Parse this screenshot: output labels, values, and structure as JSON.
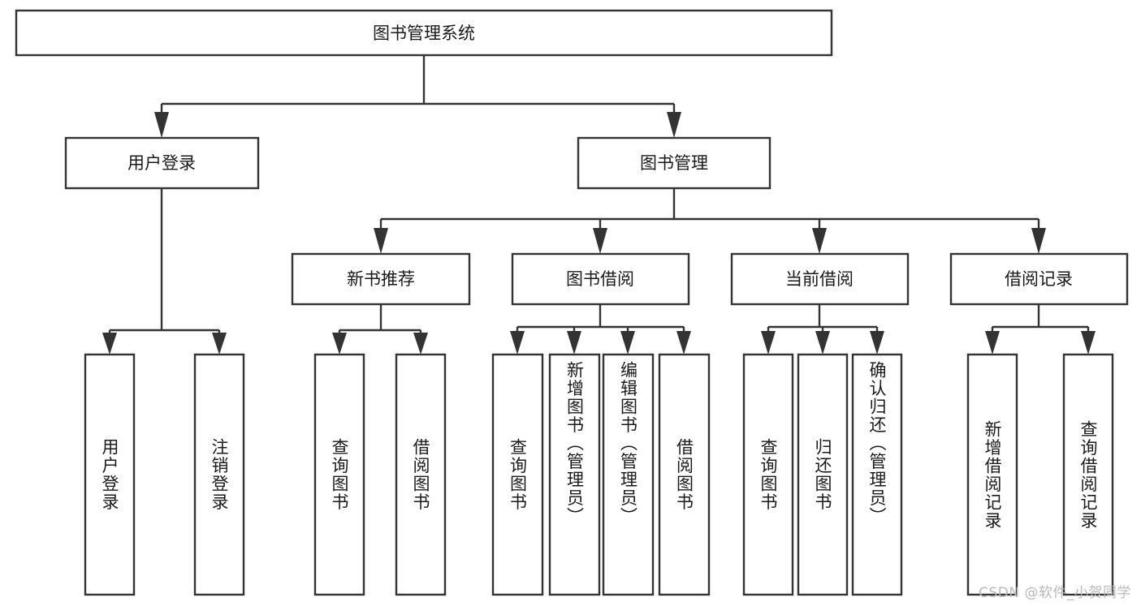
{
  "diagram": {
    "type": "tree-hierarchy",
    "title": "图书管理系统",
    "root": {
      "id": "root",
      "label": "图书管理系统",
      "level": 1
    },
    "level2": [
      {
        "id": "user-login",
        "label": "用户登录",
        "level": 2
      },
      {
        "id": "book-manage",
        "label": "图书管理",
        "level": 2
      }
    ],
    "level3": [
      {
        "id": "new-book-rec",
        "label": "新书推荐",
        "level": 3,
        "parent": "book-manage"
      },
      {
        "id": "book-borrow",
        "label": "图书借阅",
        "level": 3,
        "parent": "book-manage"
      },
      {
        "id": "current-borrow",
        "label": "当前借阅",
        "level": 3,
        "parent": "book-manage"
      },
      {
        "id": "borrow-record",
        "label": "借阅记录",
        "level": 3,
        "parent": "book-manage"
      }
    ],
    "leaves": [
      {
        "id": "leaf-user-login",
        "label": "用户登录",
        "parent": "user-login"
      },
      {
        "id": "leaf-user-logout",
        "label": "注销登录",
        "parent": "user-login"
      },
      {
        "id": "leaf-rec-query",
        "label": "查询图书",
        "parent": "new-book-rec"
      },
      {
        "id": "leaf-rec-borrow",
        "label": "借阅图书",
        "parent": "new-book-rec"
      },
      {
        "id": "leaf-borrow-query",
        "label": "查询图书",
        "parent": "book-borrow"
      },
      {
        "id": "leaf-borrow-add",
        "label": "新增图书（管理员）",
        "parent": "book-borrow"
      },
      {
        "id": "leaf-borrow-edit",
        "label": "编辑图书（管理员）",
        "parent": "book-borrow"
      },
      {
        "id": "leaf-borrow-lend",
        "label": "借阅图书",
        "parent": "book-borrow"
      },
      {
        "id": "leaf-cur-query",
        "label": "查询图书",
        "parent": "current-borrow"
      },
      {
        "id": "leaf-cur-return",
        "label": "归还图书",
        "parent": "current-borrow"
      },
      {
        "id": "leaf-cur-confirm",
        "label": "确认归还（管理员）",
        "parent": "current-borrow"
      },
      {
        "id": "leaf-rec-add",
        "label": "新增借阅记录",
        "parent": "borrow-record"
      },
      {
        "id": "leaf-rec-query2",
        "label": "查询借阅记录",
        "parent": "borrow-record"
      }
    ]
  },
  "watermark": {
    "text": "CSDN @软件_小贺同学"
  },
  "colors": {
    "stroke": "#333333",
    "fill": "#ffffff",
    "text": "#1a1a1a",
    "watermark": "#b9b9b9",
    "background": "#ffffff"
  }
}
